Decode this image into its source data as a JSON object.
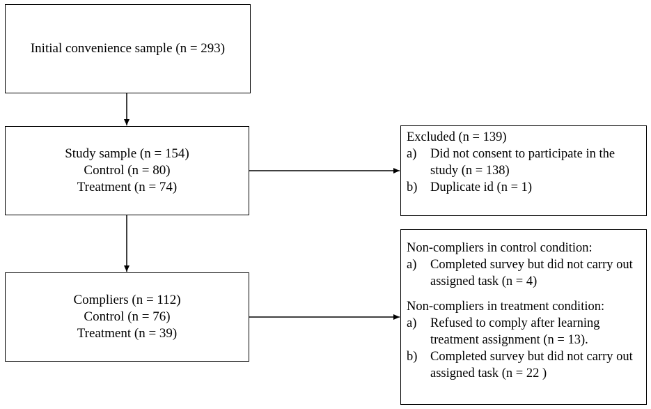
{
  "boxes": {
    "initial": {
      "label": "Initial convenience sample (n = 293)"
    },
    "study": {
      "lines": [
        "Study sample (n = 154)",
        "Control (n = 80)",
        "Treatment (n = 74)"
      ]
    },
    "compliers": {
      "lines": [
        "Compliers (n = 112)",
        "Control (n = 76)",
        "Treatment (n = 39)"
      ]
    },
    "excluded": {
      "heading": "Excluded (n = 139)",
      "items": [
        {
          "letter": "a)",
          "text": "Did not consent to participate in the study (n = 138)"
        },
        {
          "letter": "b)",
          "text": "Duplicate id (n = 1)"
        }
      ]
    },
    "noncompliers": {
      "control_heading": "Non-compliers in control condition:",
      "control_items": [
        {
          "letter": "a)",
          "text": "Completed survey but did not carry out assigned task (n = 4)"
        }
      ],
      "treatment_heading": "Non-compliers in treatment condition:",
      "treatment_items": [
        {
          "letter": "a)",
          "text": "Refused to comply after learning treatment assignment (n = 13)."
        },
        {
          "letter": "b)",
          "text": "Completed survey but did not carry out assigned task (n = 22 )"
        }
      ]
    }
  }
}
